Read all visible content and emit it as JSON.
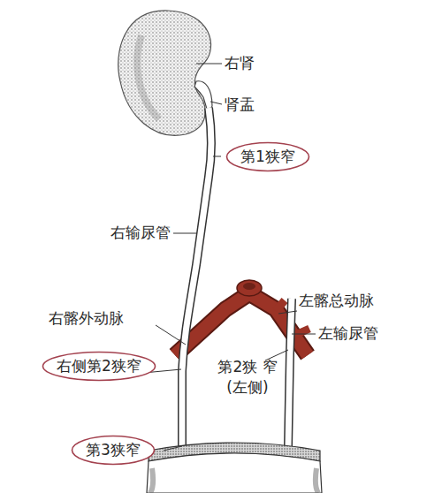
{
  "diagram": {
    "nodes": [
      {
        "text": [
          "第1狭窄"
        ]
      },
      {
        "text": [
          "右侧第2狭窄"
        ]
      },
      {
        "text": [
          "第3狭窄"
        ]
      }
    ],
    "labels": [
      "右肾",
      "肾盂",
      "右输尿管",
      "右髂外动脉",
      "左髂总动脉",
      "左输尿管",
      "第2狭 窄(左侧)"
    ]
  }
}
